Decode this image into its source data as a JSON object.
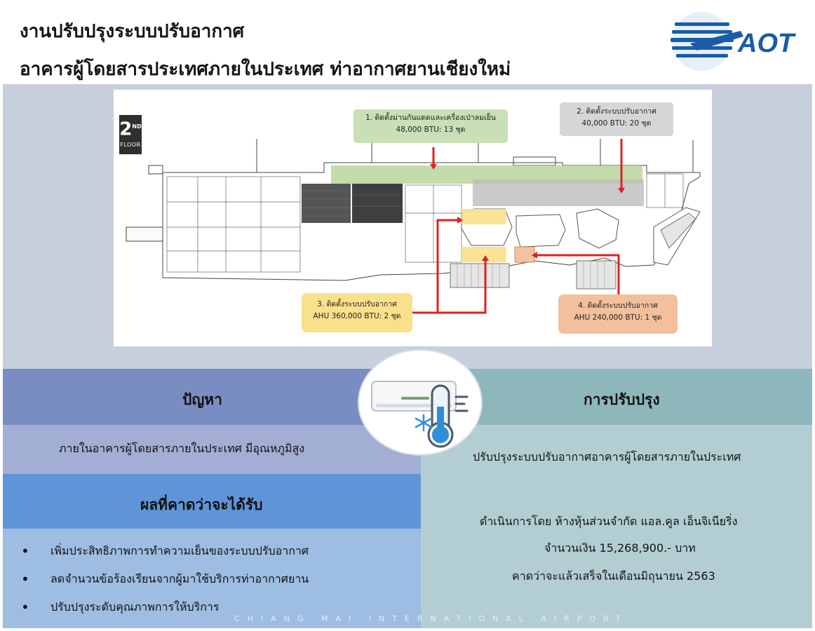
{
  "header": {
    "title_line1": "งานปรับปรุงระบบปรับอากาศ",
    "title_line2": "อาคารผู้โดยสารประเทศภายในประเทศ ท่าอากาศยานเชียงใหม่",
    "logo_text": "AOT"
  },
  "floor_plan": {
    "floor_number": "2",
    "floor_suffix": "ND",
    "floor_word": "FLOOR",
    "callouts": [
      {
        "line1": "1. ติดตั้งม่านกันแดดและเครื่องเป่าลมเย็น",
        "line2": "48,000 BTU: 13 ชุด",
        "color": "#c9dfb5"
      },
      {
        "line1": "2. ติดตั้งระบบปรับอากาศ",
        "line2": "40,000 BTU:  20 ชุด",
        "color": "#d6d6d6"
      },
      {
        "line1": "3. ติดตั้งระบบปรับอากาศ",
        "line2": "AHU 360,000 BTU:  2 ชุด",
        "color": "#f9e08a"
      },
      {
        "line1": "4. ติดตั้งระบบปรับอากาศ",
        "line2": "AHU 240,000 BTU:  1 ชุด",
        "color": "#f2c09c"
      }
    ],
    "arrow_color": "#e02020"
  },
  "problem": {
    "heading": "ปัญหา",
    "text": "ภายในอาคารผู้โดยสารภายในประเทศ มีอุณหภูมิสูง"
  },
  "improvement": {
    "heading": "การปรับปรุง",
    "text": "ปรับปรุงระบบปรับอากาศอาคารผู้โดยสารภายในประเทศ",
    "contractor": "ดำเนินการโดย ห้างหุ้นส่วนจำกัด แอล.คูล เอ็นจิเนียริ่ง",
    "amount": "จำนวนเงิน 15,268,900.- บาท",
    "completion": "คาดว่าจะแล้วเสร็จในเดือนมิถุนายน 2563"
  },
  "results": {
    "heading": "ผลที่คาดว่าจะได้รับ",
    "items": [
      "เพิ่มประสิทธิภาพการทำความเย็นของระบบปรับอากาศ",
      "ลดจำนวนข้อร้องเรียนจากผู้มาใช้บริการท่าอากาศยาน",
      "ปรับปรุงระดับคุณภาพการให้บริการ"
    ]
  },
  "footer": {
    "text": "CHIANG MAI INTERNATIONAL AIRPORT"
  },
  "icons": {
    "air_conditioner": "air-conditioner-icon",
    "thermometer": "thermometer-icon",
    "snowflake": "snowflake-icon"
  },
  "colors": {
    "problem_header": "#7a8dc2",
    "problem_body": "#a3aed4",
    "results_header": "#5f95d6",
    "results_body": "#9dbde3",
    "improvement_header": "#8eb7bc",
    "improvement_body": "#b3ced2",
    "logo_blue": "#1a5ca8"
  }
}
